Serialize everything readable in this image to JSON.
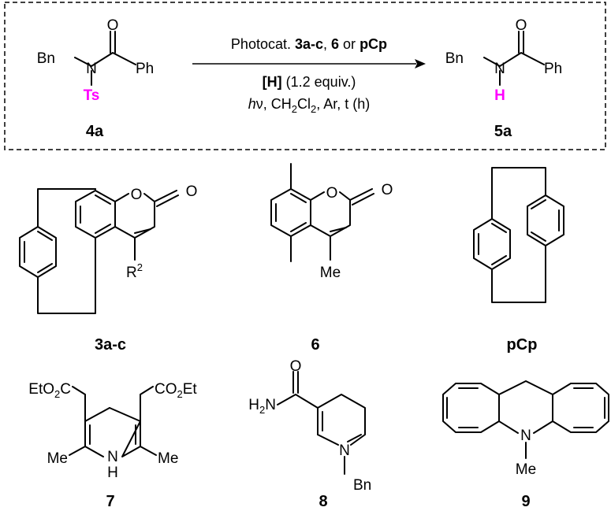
{
  "reaction": {
    "substrate": {
      "label": "4a",
      "atom_bn": "Bn",
      "atom_n": "N",
      "atom_o": "O",
      "atom_ph": "Ph",
      "protecting_group": "Ts"
    },
    "product": {
      "label": "5a",
      "atom_bn": "Bn",
      "atom_n": "N",
      "atom_o": "O",
      "atom_ph": "Ph",
      "hydrogen": "H"
    },
    "conditions": {
      "line1": {
        "prefix": "Photocat. ",
        "cat1": "3a-c",
        "sep1": ", ",
        "cat2": "6",
        "sep2": " or ",
        "cat3": "pCp"
      },
      "line2": {
        "reagent": "[H]",
        "rest": " (1.2 equiv.)"
      },
      "line3": {
        "hv_h": "h",
        "hv_nu": "ν",
        "a": ", CH",
        "s1": "2",
        "b": "Cl",
        "s2": "2",
        "c": ", Ar, t (h)"
      }
    }
  },
  "compounds": {
    "c3": {
      "label": "3a-c",
      "o1": "O",
      "o2": "O",
      "r": "R",
      "r_sup": "2"
    },
    "c6": {
      "label": "6",
      "o1": "O",
      "o2": "O",
      "me": "Me"
    },
    "pcp": {
      "label": "pCp"
    },
    "c7": {
      "label": "7",
      "eto2c": {
        "a": "EtO",
        "s": "2",
        "b": "C"
      },
      "co2et": {
        "a": "CO",
        "s": "2",
        "b": "Et"
      },
      "me_left": "Me",
      "me_right": "Me",
      "nh_n": "N",
      "nh_h": "H"
    },
    "c8": {
      "label": "8",
      "h2n": {
        "a": "H",
        "s": "2",
        "b": "N"
      },
      "o": "O",
      "n": "N",
      "bn": "Bn"
    },
    "c9": {
      "label": "9",
      "n": "N",
      "me": "Me"
    }
  },
  "colors": {
    "highlight": "#ff00ff",
    "ink": "#000000",
    "frame": "#000000"
  }
}
